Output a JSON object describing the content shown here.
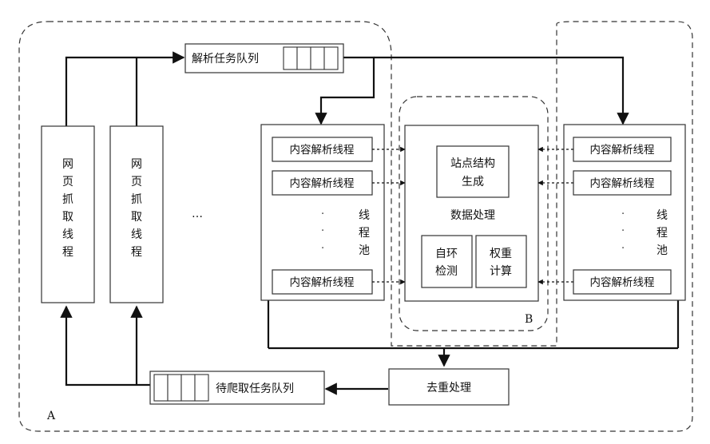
{
  "labels": {
    "region_a": "A",
    "region_b": "B",
    "parse_queue": "解析任务队列",
    "crawl_queue": "待爬取任务队列",
    "crawl_thread_1": "网页抓取线程",
    "crawl_thread_2": "网页抓取线程",
    "ellipsis_between_threads": "…",
    "left_pool_threads": [
      "内容解析线程",
      "内容解析线程",
      "内容解析线程"
    ],
    "left_pool_label": "线程池",
    "right_pool_threads": [
      "内容解析线程",
      "内容解析线程",
      "内容解析线程"
    ],
    "right_pool_label": "线程池",
    "vertical_dots": "·",
    "site_structure": [
      "站点结构",
      "生成"
    ],
    "data_processing": "数据处理",
    "loop_detection": [
      "自环",
      "检测"
    ],
    "weight_calc": [
      "权重",
      "计算"
    ],
    "dedup": "去重处理"
  }
}
